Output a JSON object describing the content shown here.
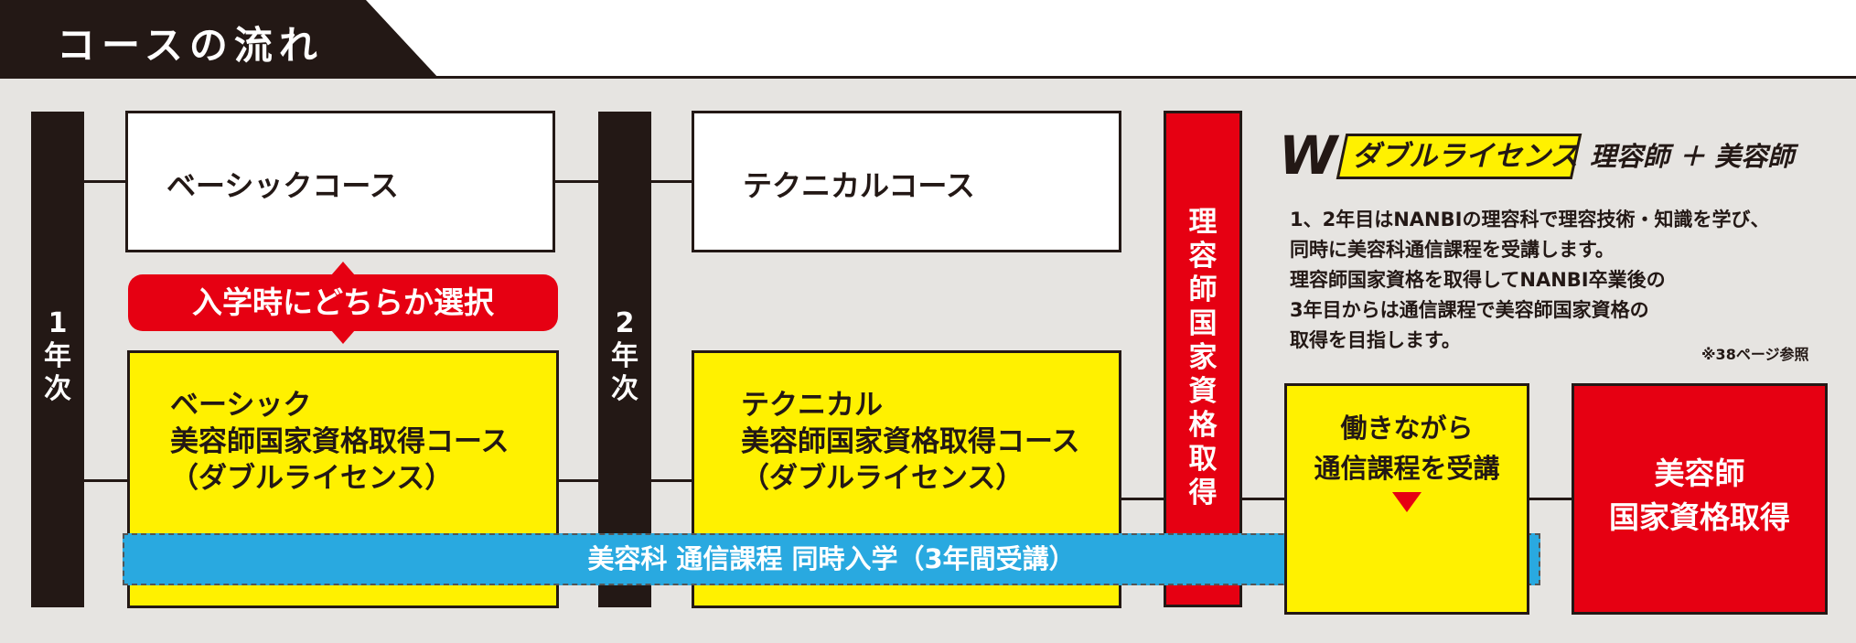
{
  "header": {
    "title": "コースの流れ"
  },
  "year1": {
    "label_lines": [
      "1",
      "年",
      "次"
    ]
  },
  "year2": {
    "label_lines": [
      "2",
      "年",
      "次"
    ]
  },
  "basic_course": {
    "label": "ベーシックコース"
  },
  "technical_course": {
    "label": "テクニカルコース"
  },
  "selection": {
    "label": "入学時にどちらか選択"
  },
  "basic_license": {
    "lines": [
      "ベーシック",
      "美容師国家資格取得コース",
      "（ダブルライセンス）"
    ]
  },
  "technical_license": {
    "lines": [
      "テクニカル",
      "美容師国家資格取得コース",
      "（ダブルライセンス）"
    ]
  },
  "correspondence": {
    "label": "美容科 通信課程 同時入学（3年間受講）"
  },
  "barber_license": {
    "label_chars": [
      "理",
      "容",
      "師",
      "国",
      "家",
      "資",
      "格",
      "取",
      "得"
    ]
  },
  "double_license": {
    "w_mark": "W",
    "tag": "ダブルライセンス",
    "subtitle": "理容師 ＋ 美容師",
    "description": [
      "1、2年目はNANBIの理容科で理容技術・知識を学び、",
      "同時に美容科通信課程を受講します。",
      "理容師国家資格を取得してNANBI卒業後の",
      "3年目からは通信課程で美容師国家資格の",
      "取得を目指します。"
    ],
    "note": "※38ページ参照"
  },
  "work_study": {
    "lines": [
      "働きながら",
      "通信課程を受講"
    ]
  },
  "beautician_license": {
    "lines": [
      "美容師",
      "国家資格取得"
    ]
  },
  "colors": {
    "dark": "#231815",
    "yellow": "#fff100",
    "red": "#e60012",
    "blue": "#29a9e0",
    "background": "#e6e4e1"
  }
}
